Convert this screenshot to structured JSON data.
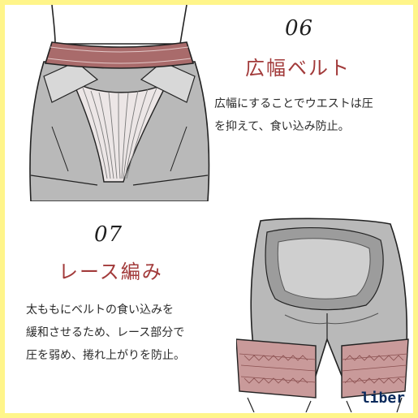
{
  "sections": [
    {
      "number": "06",
      "title": "広幅ベルト",
      "lines": [
        "広幅にすることでウエストは圧",
        "を抑えて、食い込み防止。"
      ]
    },
    {
      "number": "07",
      "title": "レース編み",
      "lines": [
        "太ももにベルトの食い込みを",
        "緩和させるため、レース部分で",
        "圧を弱め、捲れ上がりを防止。"
      ]
    }
  ],
  "colors": {
    "accent": "#a23a3a",
    "belt": "#a96b6b",
    "fabric": "#b9b9b9",
    "fabric_dark": "#8f8f8f",
    "lace": "#c99a9a",
    "border": "#fff58a"
  },
  "watermark": "liber"
}
